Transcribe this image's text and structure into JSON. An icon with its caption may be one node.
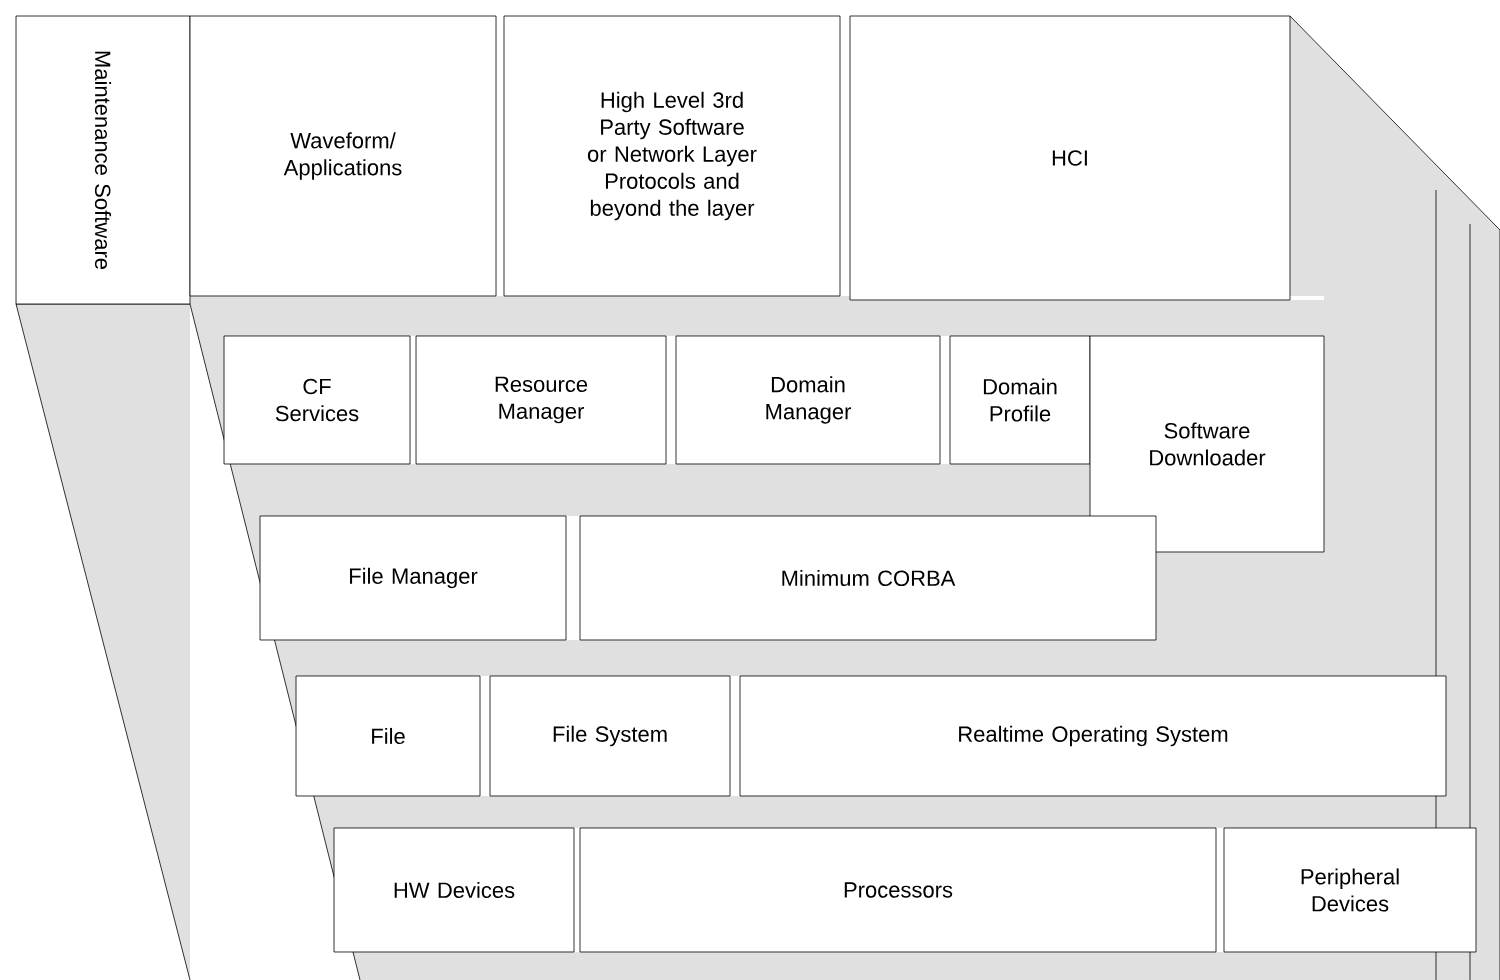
{
  "diagram": {
    "nodes": [
      {
        "text": [
          "Maintenance Software"
        ]
      },
      {
        "text": [
          "Waveform/ Applications"
        ]
      },
      {
        "text": [
          "High Level 3rd Party Software or Network Layer Protocols and beyond the layer"
        ]
      },
      {
        "text": [
          "HCI"
        ]
      },
      {
        "text": [
          "CF Services"
        ]
      },
      {
        "text": [
          "Resource Manager"
        ]
      },
      {
        "text": [
          "Domain Manager"
        ]
      },
      {
        "text": [
          "Domain Profile"
        ]
      },
      {
        "text": [
          "Software Downloader"
        ]
      },
      {
        "text": [
          "File Manager"
        ]
      },
      {
        "text": [
          "Minimum CORBA"
        ]
      },
      {
        "text": [
          "File"
        ]
      },
      {
        "text": [
          "File System"
        ]
      },
      {
        "text": [
          "Realtime Operating System"
        ]
      },
      {
        "text": [
          "HW Devices"
        ]
      },
      {
        "text": [
          "Processors"
        ]
      },
      {
        "text": [
          "Peripheral Devices"
        ]
      }
    ]
  }
}
